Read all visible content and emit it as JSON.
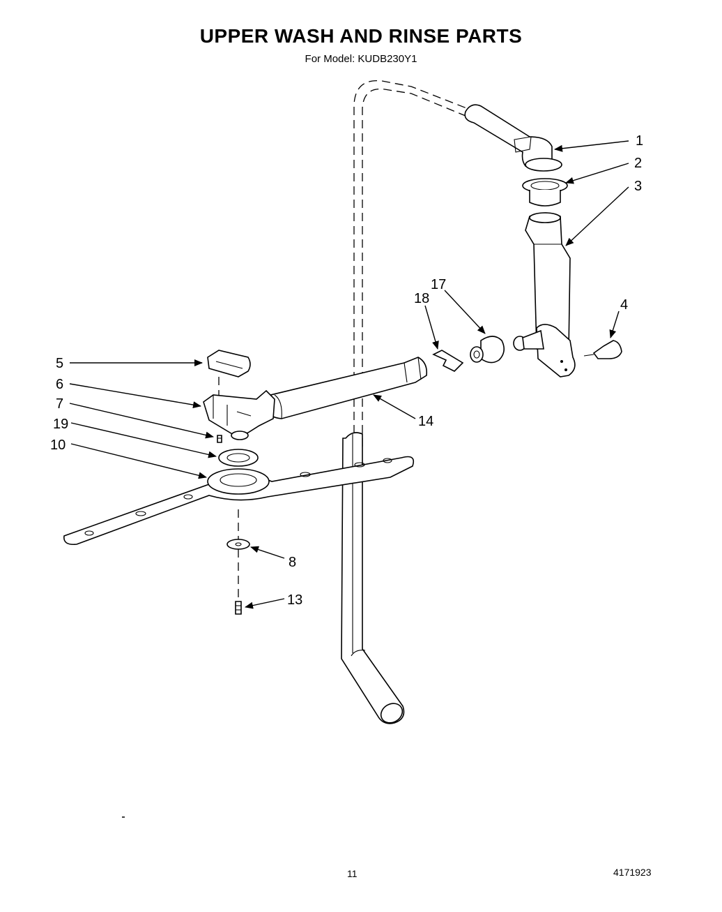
{
  "header": {
    "title": "UPPER WASH AND RINSE PARTS",
    "subtitle": "For Model: KUDB230Y1"
  },
  "callouts": {
    "c1": "1",
    "c2": "2",
    "c3": "3",
    "c4": "4",
    "c5": "5",
    "c6": "6",
    "c7": "7",
    "c8": "8",
    "c10": "10",
    "c13": "13",
    "c14": "14",
    "c17": "17",
    "c18": "18",
    "c19": "19"
  },
  "footer": {
    "page_number": "11",
    "doc_number": "4171923"
  }
}
